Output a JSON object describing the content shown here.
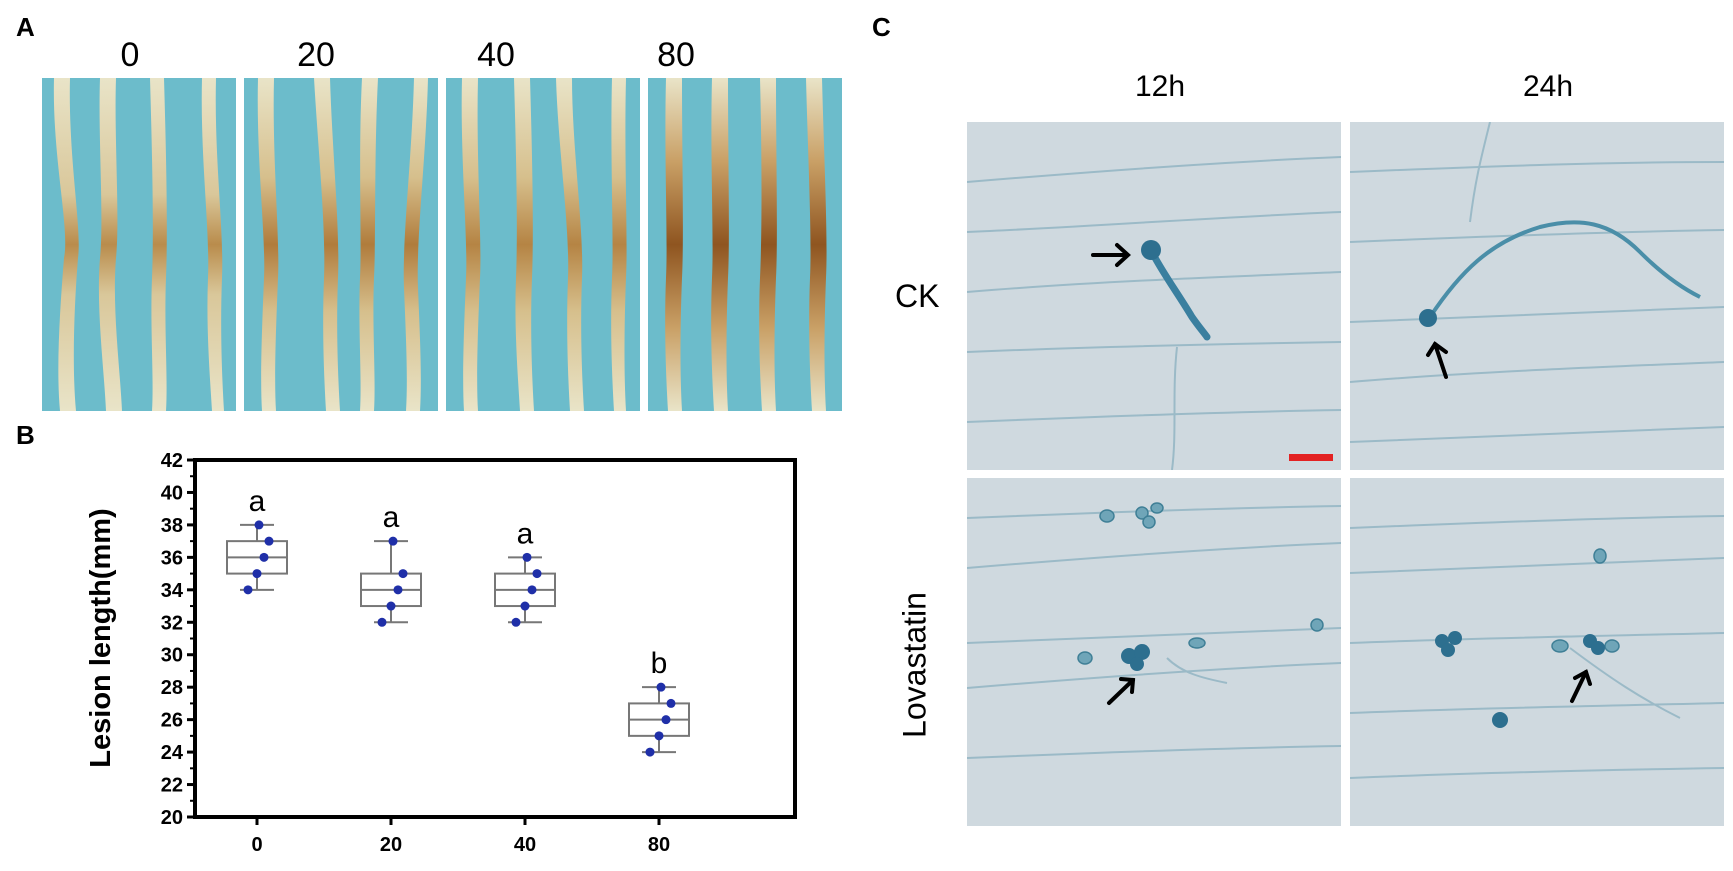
{
  "panels": {
    "a": {
      "label": "A",
      "doses": [
        "0",
        "20",
        "40",
        "80"
      ]
    },
    "b": {
      "label": "B"
    },
    "c": {
      "label": "C",
      "columns": [
        "12h",
        "24h"
      ],
      "rows": [
        "CK",
        "Lovastatin"
      ]
    }
  },
  "colors": {
    "background_blue": "#6cbccb",
    "box_stroke": "#777777",
    "point_fill": "#1f2fa8",
    "scale_bar": "#e32222"
  },
  "chart_data": {
    "type": "box",
    "categories": [
      "0",
      "20",
      "40",
      "80"
    ],
    "ylabel": "Lesion length(mm)",
    "xlabel": "",
    "ylim": [
      20,
      42
    ],
    "yticks": [
      20,
      22,
      24,
      26,
      28,
      30,
      32,
      34,
      36,
      38,
      40,
      42
    ],
    "boxes": [
      {
        "category": "0",
        "min": 34,
        "q1": 35,
        "median": 36,
        "q3": 37,
        "max": 38,
        "points": [
          34,
          35,
          36,
          37,
          38
        ],
        "group_letter": "a"
      },
      {
        "category": "20",
        "min": 32,
        "q1": 33,
        "median": 34,
        "q3": 35,
        "max": 37,
        "points": [
          32,
          33,
          34,
          35,
          37
        ],
        "group_letter": "a"
      },
      {
        "category": "40",
        "min": 32,
        "q1": 33,
        "median": 34,
        "q3": 35,
        "max": 36,
        "points": [
          32,
          33,
          34,
          35,
          36
        ],
        "group_letter": "a"
      },
      {
        "category": "80",
        "min": 24,
        "q1": 25,
        "median": 26,
        "q3": 27,
        "max": 28,
        "points": [
          24,
          25,
          26,
          27,
          28
        ],
        "group_letter": "b"
      }
    ]
  }
}
